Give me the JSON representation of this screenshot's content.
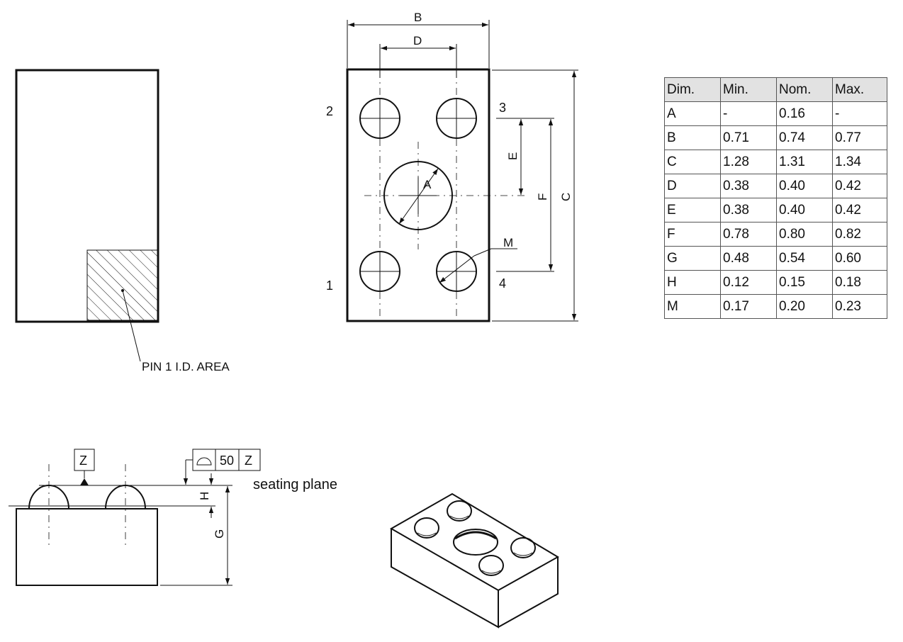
{
  "top_view": {
    "pin1_label": "PIN 1 I.D. AREA"
  },
  "bottom_view": {
    "pin_labels": [
      "1",
      "2",
      "3",
      "4"
    ],
    "dimension_labels": {
      "A": "A",
      "B": "B",
      "C": "C",
      "D": "D",
      "E": "E",
      "F": "F",
      "M": "M"
    }
  },
  "side_view": {
    "datum_label": "Z",
    "tolerance_frame": {
      "value": "50",
      "datum": "Z"
    },
    "seating_plane_label": "seating plane",
    "dimension_labels": {
      "G": "G",
      "H": "H"
    }
  },
  "dimension_table": {
    "headers": [
      "Dim.",
      "Min.",
      "Nom.",
      "Max."
    ],
    "rows": [
      [
        "A",
        "-",
        "0.16",
        "-"
      ],
      [
        "B",
        "0.71",
        "0.74",
        "0.77"
      ],
      [
        "C",
        "1.28",
        "1.31",
        "1.34"
      ],
      [
        "D",
        "0.38",
        "0.40",
        "0.42"
      ],
      [
        "E",
        "0.38",
        "0.40",
        "0.42"
      ],
      [
        "F",
        "0.78",
        "0.80",
        "0.82"
      ],
      [
        "G",
        "0.48",
        "0.54",
        "0.60"
      ],
      [
        "H",
        "0.12",
        "0.15",
        "0.18"
      ],
      [
        "M",
        "0.17",
        "0.20",
        "0.23"
      ]
    ]
  }
}
